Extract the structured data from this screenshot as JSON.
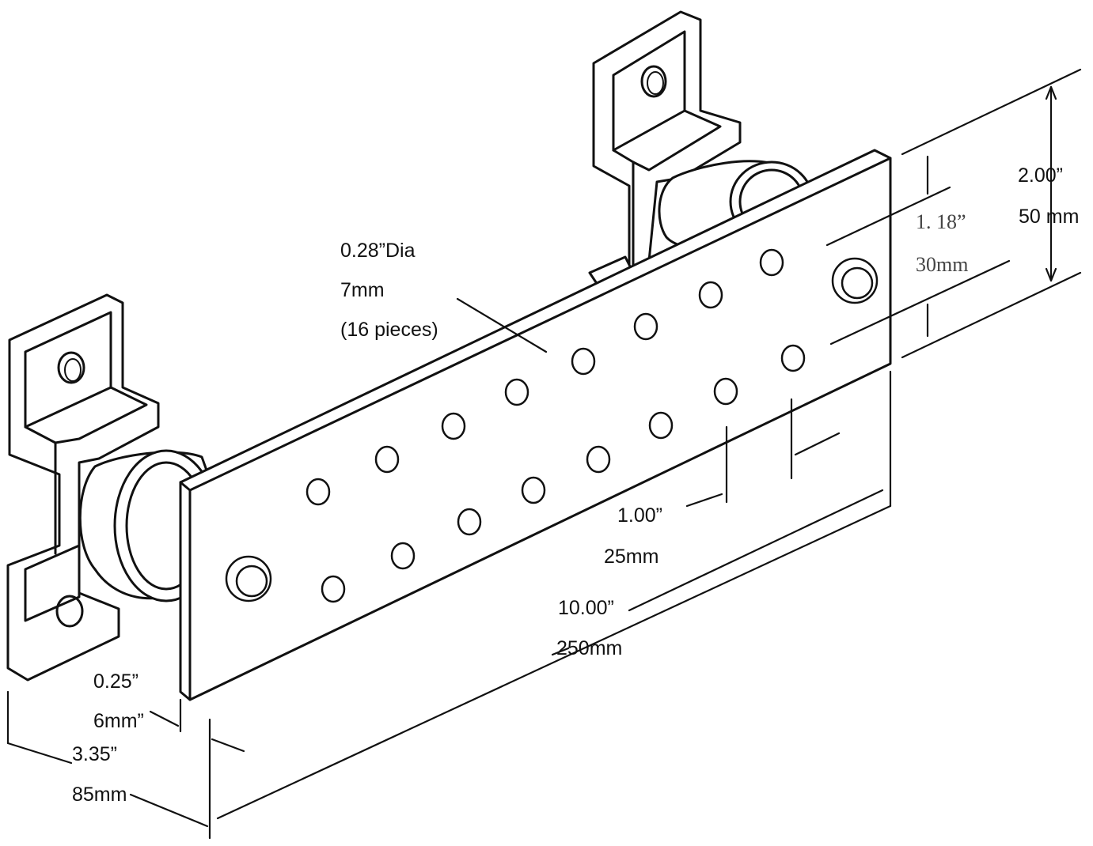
{
  "dimensions": {
    "height_total": {
      "inch": "2.00”",
      "mm": "50 mm"
    },
    "hole_spacing_vertical": {
      "inch": "1. 18”",
      "mm": "30mm"
    },
    "hole_diameter": {
      "inch": "0.28”Dia",
      "mm": "7mm",
      "count": "(16 pieces)"
    },
    "hole_pitch": {
      "inch": "1.00”",
      "mm": "25mm"
    },
    "length": {
      "inch": "10.00”",
      "mm": "250mm"
    },
    "thickness": {
      "inch": "0.25”",
      "mm": "6mm”"
    },
    "depth": {
      "inch": "3.35”",
      "mm": "85mm"
    }
  },
  "colors": {
    "stroke": "#111111",
    "background": "#ffffff"
  }
}
